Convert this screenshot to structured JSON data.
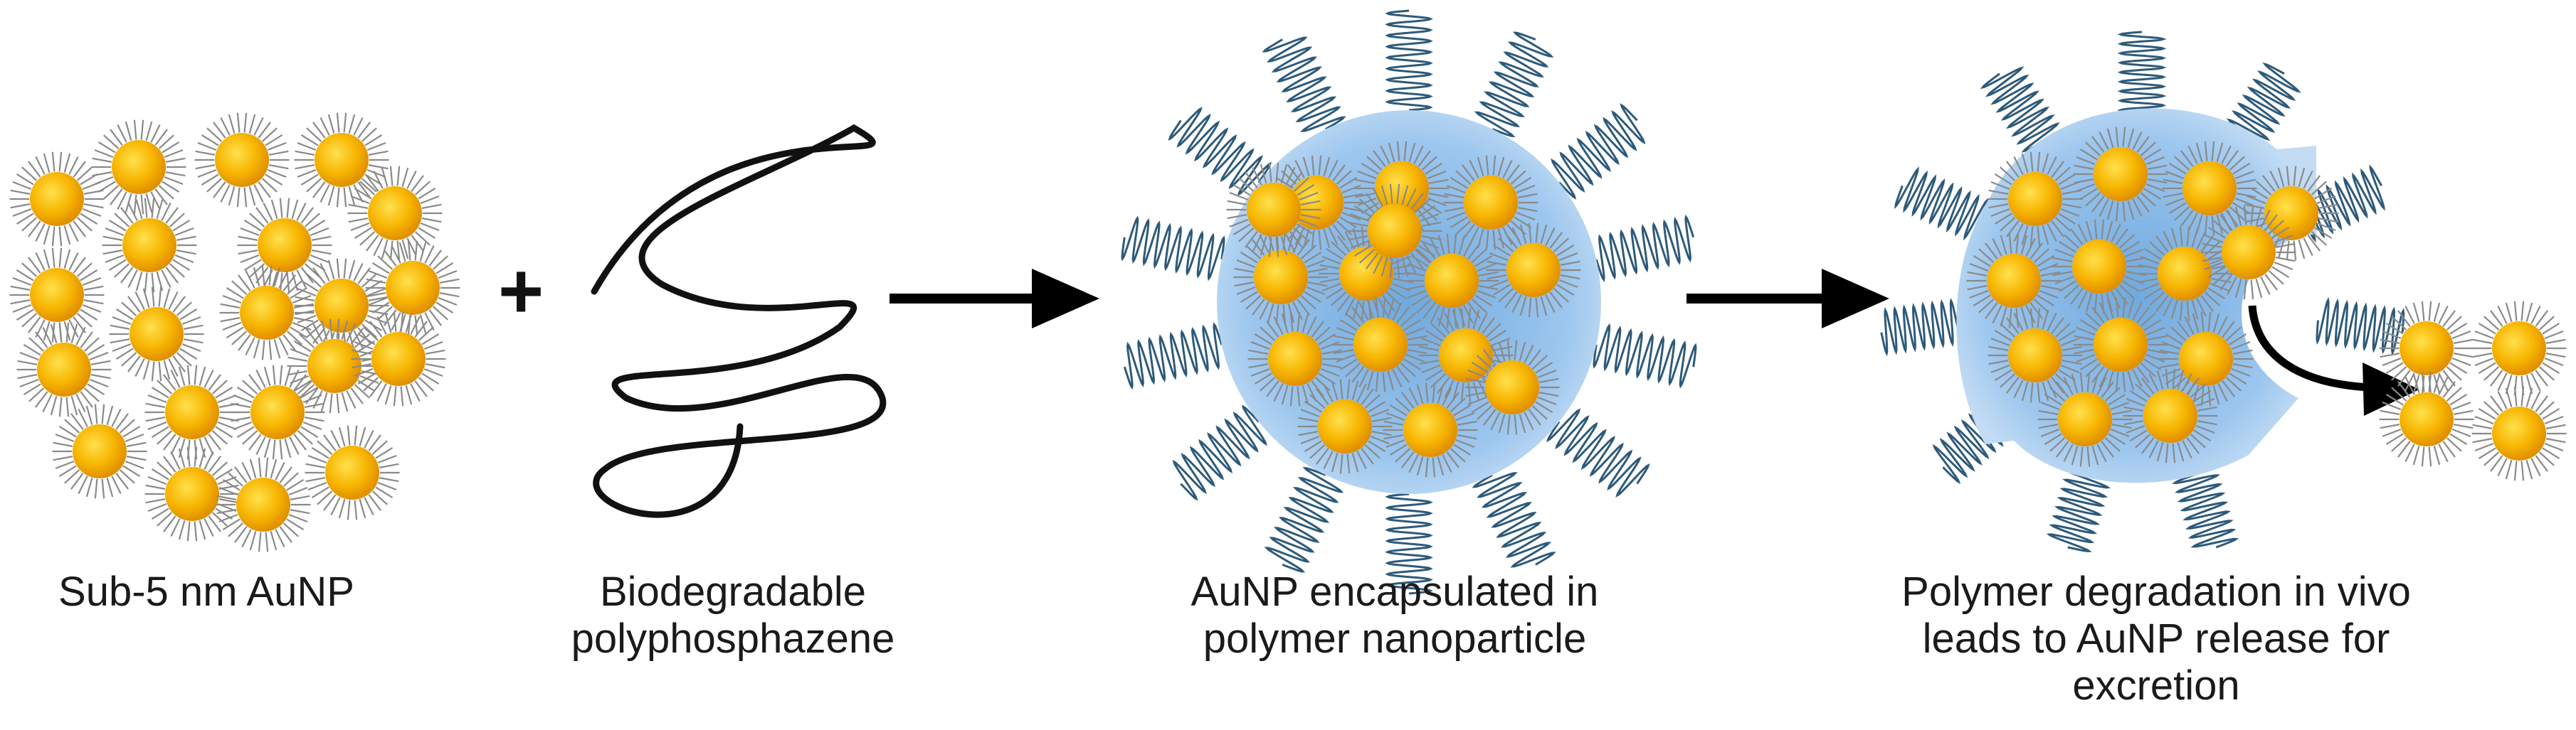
{
  "operator": "+",
  "captions": {
    "aunp": "Sub-5 nm AuNP",
    "polymer": [
      "Biodegradable",
      "polyphosphazene"
    ],
    "encapsulated": [
      "AuNP encapsulated in",
      "polymer nanoparticle"
    ],
    "degradation": [
      "Polymer degradation in vivo",
      "leads to AuNP release for",
      "excretion"
    ]
  },
  "colors": {
    "gold_core": "#f5a800",
    "gold_highlight": "#ffe14d",
    "ligand": "#8a8a8a",
    "polymer_coil": "#2e5a7a",
    "polymer_matrix": "#a9cdef",
    "arrow": "#000000"
  },
  "icons": [
    "gold-nanoparticle-icon",
    "polymer-chain-icon",
    "arrow-right-icon",
    "curved-arrow-icon"
  ]
}
